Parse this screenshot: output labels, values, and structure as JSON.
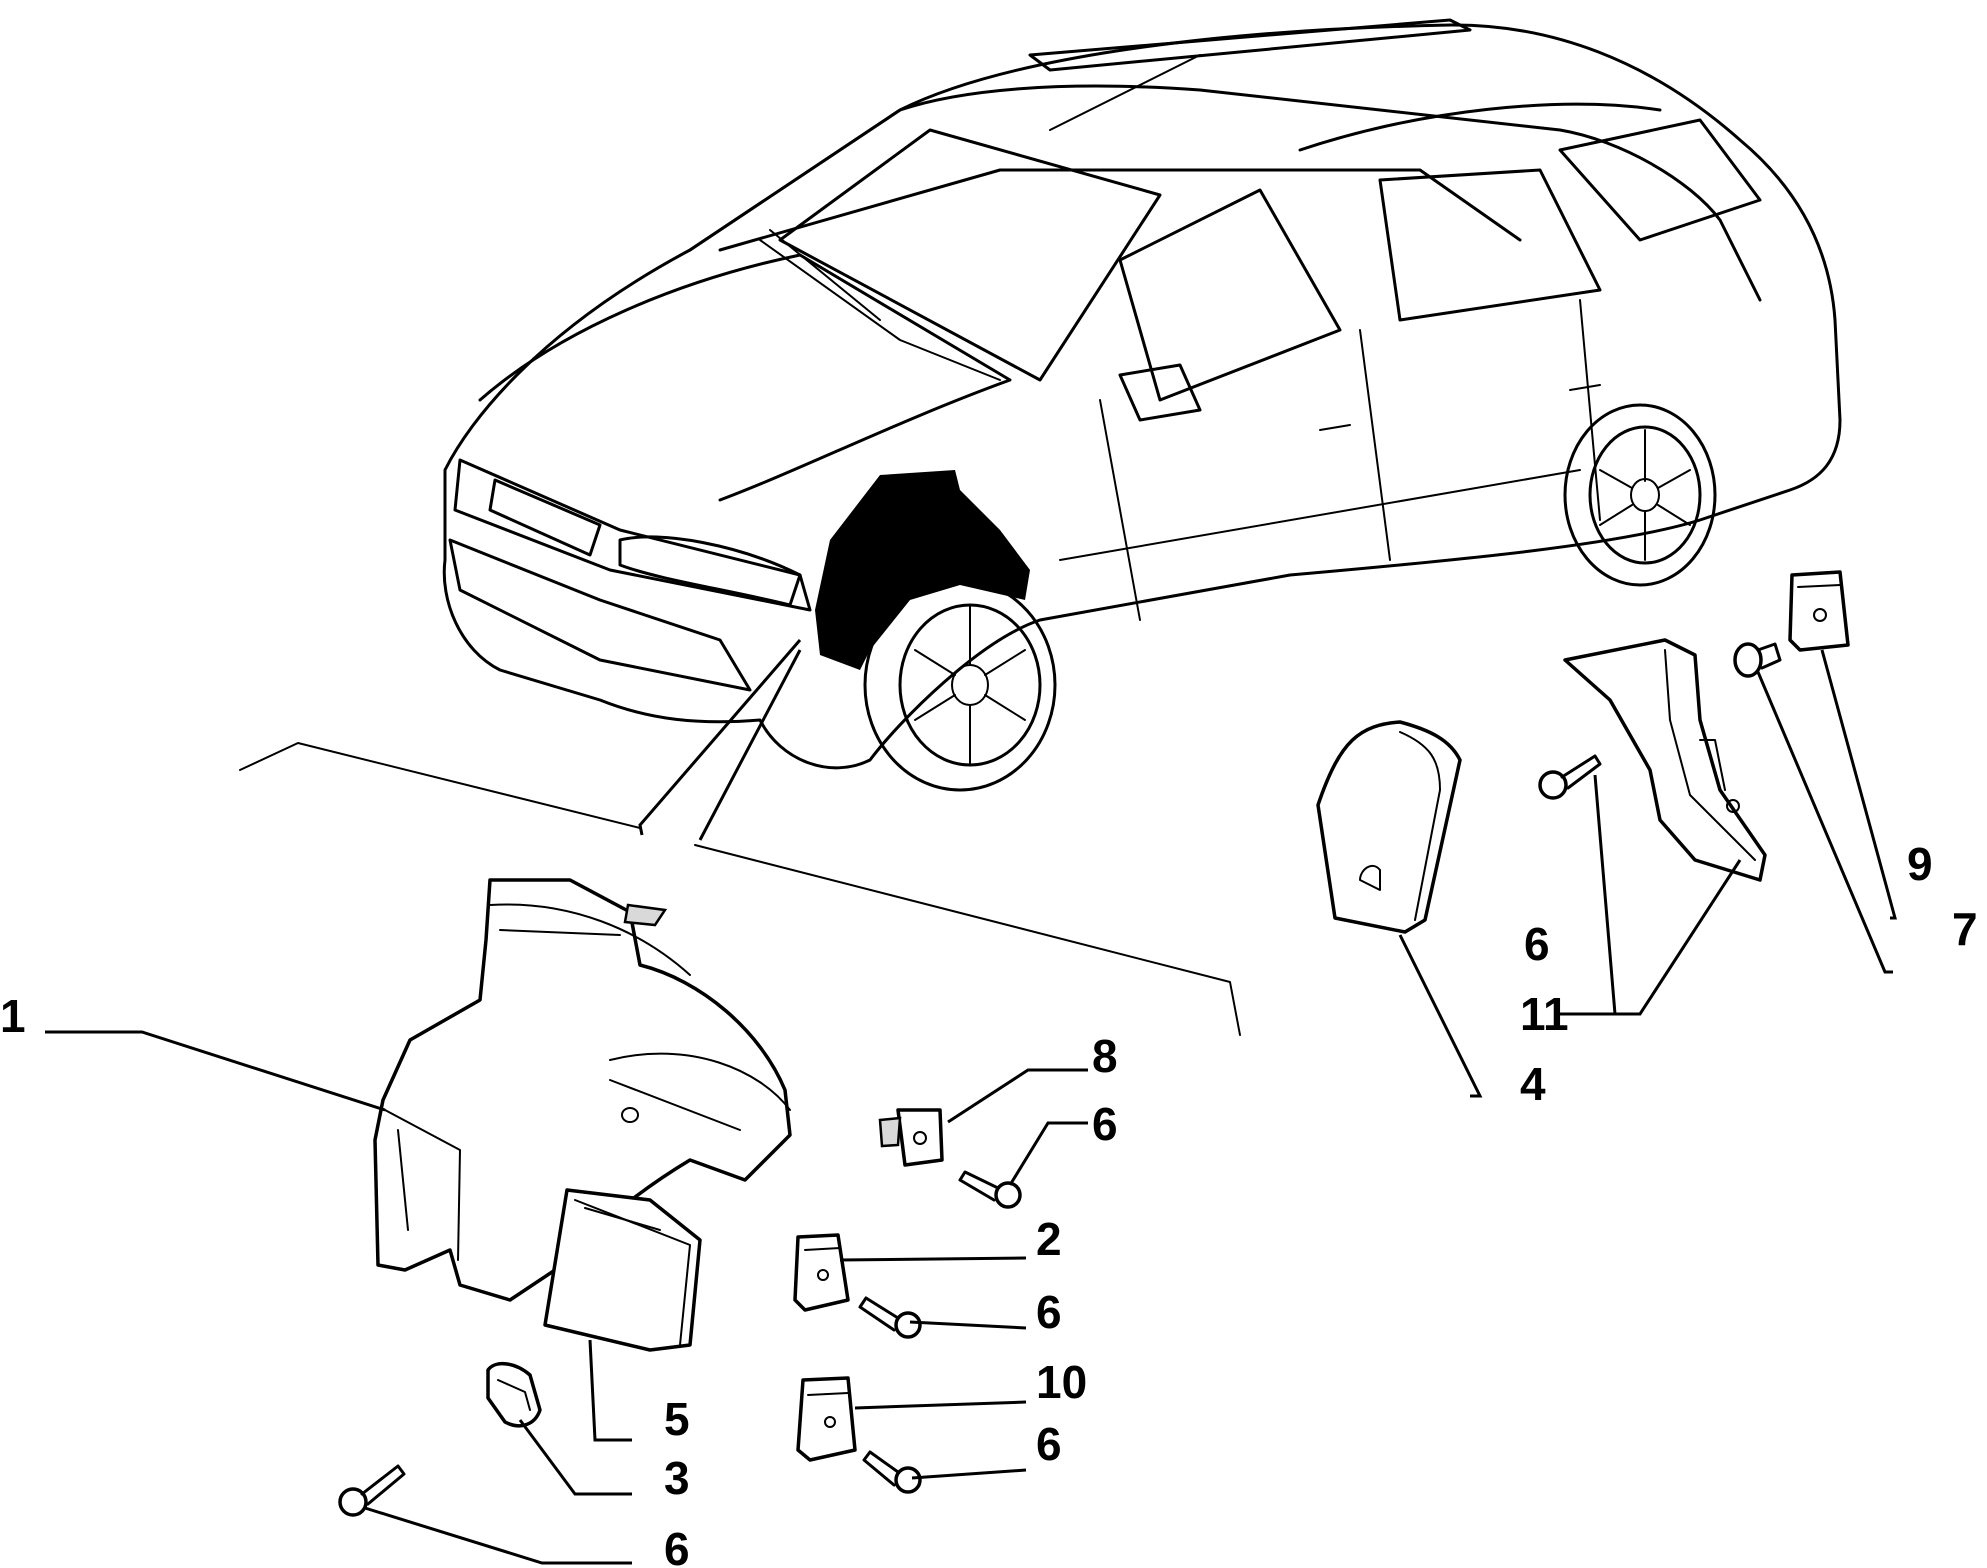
{
  "callouts": [
    {
      "id": "1",
      "label": "1"
    },
    {
      "id": "2",
      "label": "2"
    },
    {
      "id": "3",
      "label": "3"
    },
    {
      "id": "4",
      "label": "4"
    },
    {
      "id": "5",
      "label": "5"
    },
    {
      "id": "6a",
      "label": "6"
    },
    {
      "id": "6b",
      "label": "6"
    },
    {
      "id": "6c",
      "label": "6"
    },
    {
      "id": "6d",
      "label": "6"
    },
    {
      "id": "6e",
      "label": "6"
    },
    {
      "id": "7",
      "label": "7"
    },
    {
      "id": "8",
      "label": "8"
    },
    {
      "id": "9",
      "label": "9"
    },
    {
      "id": "10",
      "label": "10"
    },
    {
      "id": "11",
      "label": "11"
    }
  ],
  "colors": {
    "line": "#000000",
    "background": "#ffffff",
    "highlight": "#000000"
  }
}
